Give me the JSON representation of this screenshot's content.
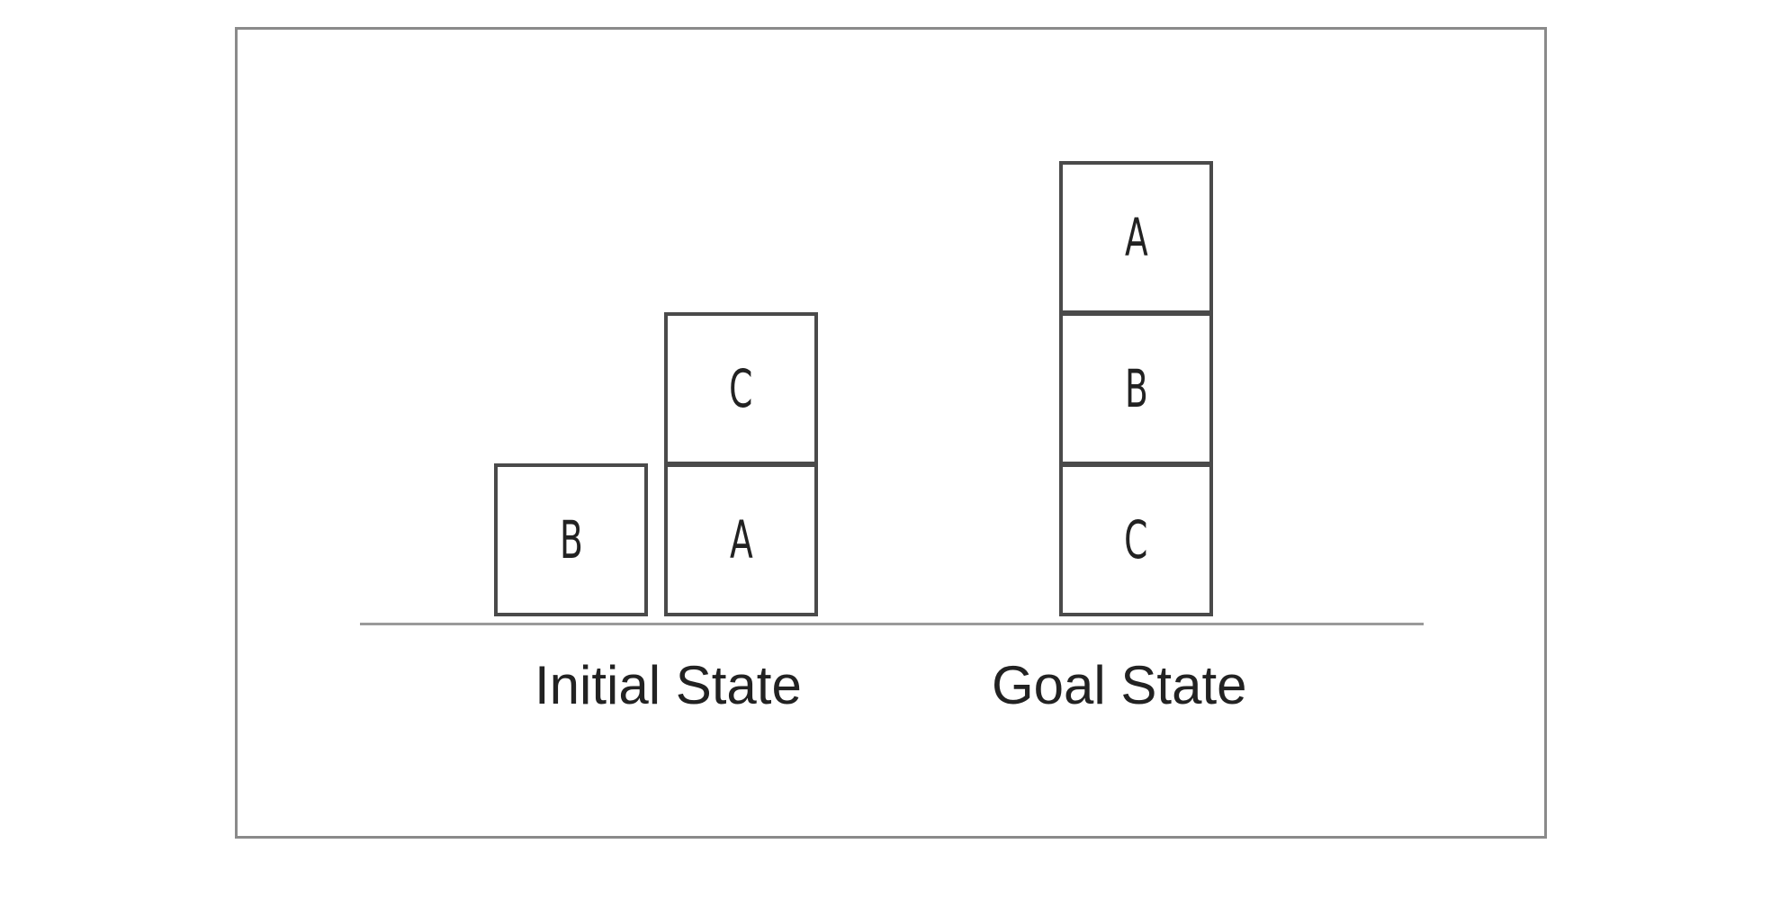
{
  "initial_state": {
    "label": "Initial State",
    "stacks": [
      {
        "blocks_bottom_to_top": [
          "B"
        ]
      },
      {
        "blocks_bottom_to_top": [
          "A",
          "C"
        ]
      }
    ]
  },
  "goal_state": {
    "label": "Goal State",
    "stacks": [
      {
        "blocks_bottom_to_top": [
          "C",
          "B",
          "A"
        ]
      }
    ]
  }
}
